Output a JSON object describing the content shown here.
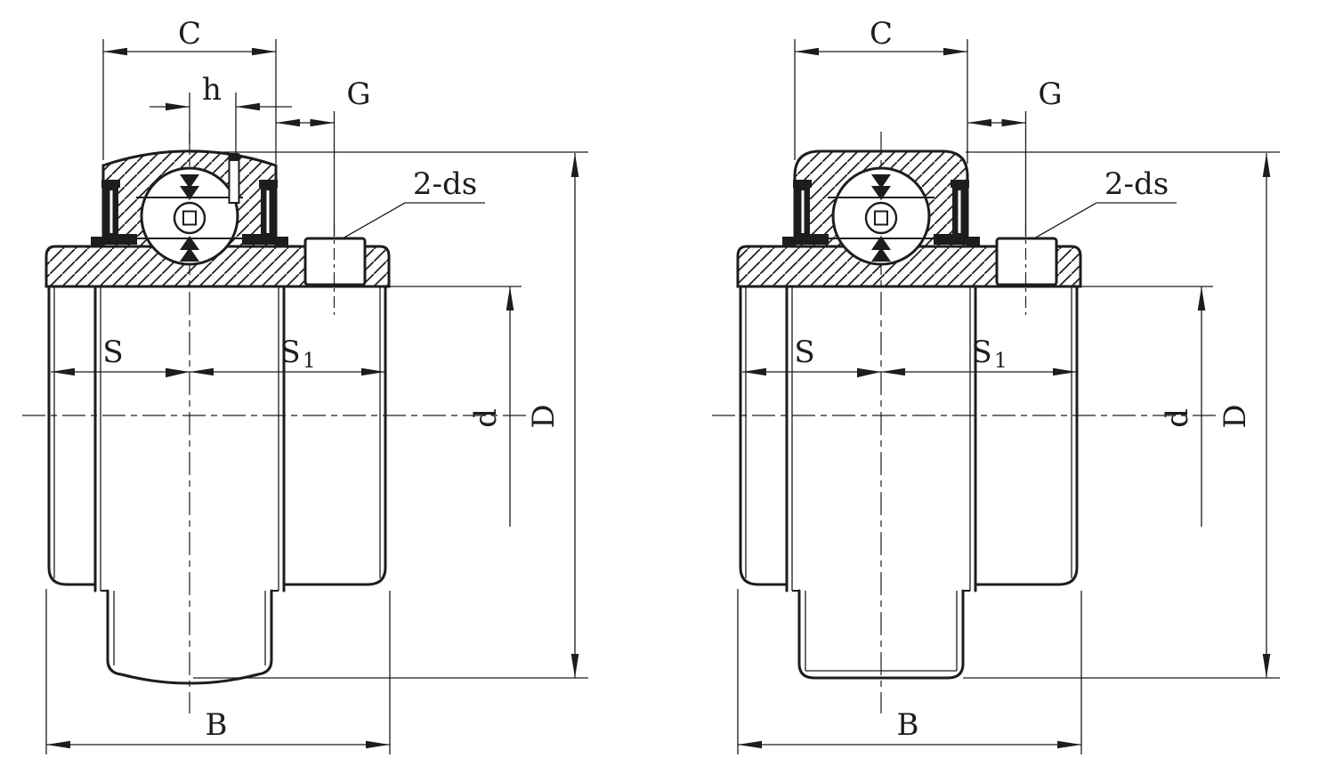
{
  "figure": {
    "colors": {
      "background": "#ffffff",
      "ink": "#1d1d1b"
    },
    "views": [
      {
        "dims": {
          "C": "C",
          "h": "h",
          "G": "G",
          "set_screws": "2-ds",
          "S": "S",
          "S1_main": "S",
          "S1_sub": "1",
          "bore": "d",
          "outer": "D",
          "width": "B"
        }
      },
      {
        "dims": {
          "C": "C",
          "G": "G",
          "set_screws": "2-ds",
          "S": "S",
          "S1_main": "S",
          "S1_sub": "1",
          "bore": "d",
          "outer": "D",
          "width": "B"
        }
      }
    ]
  }
}
